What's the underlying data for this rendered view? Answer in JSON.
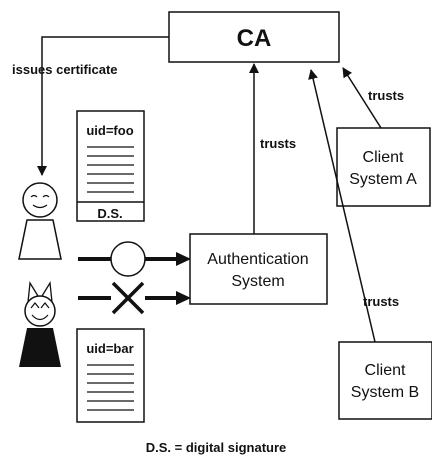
{
  "ca": {
    "label": "CA"
  },
  "labels": {
    "issues_certificate": "issues certificate",
    "trusts_auth": "trusts",
    "trusts_client_a": "trusts",
    "trusts_client_b": "trusts",
    "footer": "D.S. = digital signature"
  },
  "auth_system": {
    "line1": "Authentication",
    "line2": "System"
  },
  "client_a": {
    "line1": "Client",
    "line2": "System A"
  },
  "client_b": {
    "line1": "Client",
    "line2": "System B"
  },
  "cert_good": {
    "uid": "uid=foo",
    "signature": "D.S."
  },
  "cert_bad": {
    "uid": "uid=bar"
  }
}
